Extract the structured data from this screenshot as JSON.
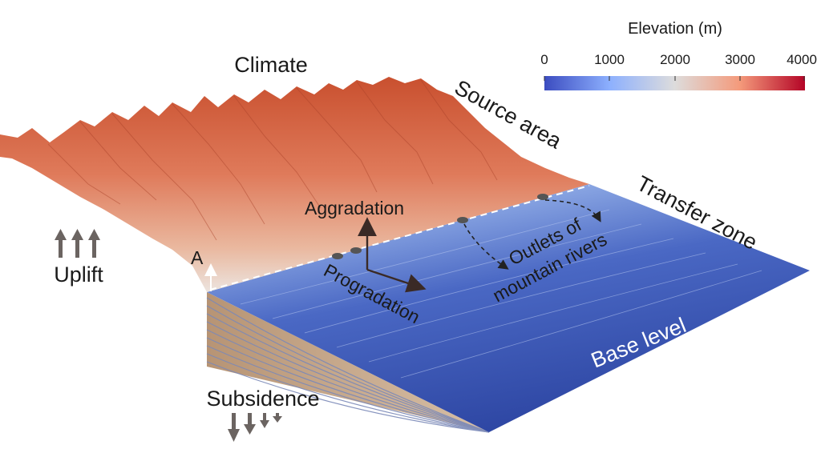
{
  "colorbar": {
    "title": "Elevation (m)",
    "ticks": [
      "0",
      "1000",
      "2000",
      "3000",
      "4000"
    ],
    "colors": [
      "#3b4cc0",
      "#8db0fe",
      "#dddcdc",
      "#f49a7b",
      "#b40426"
    ]
  },
  "labels": {
    "climate": "Climate",
    "source_area": "Source area",
    "transfer_zone": "Transfer zone",
    "base_level": "Base level",
    "aggradation": "Aggradation",
    "progradation": "Progradation",
    "outlets_line1": "Outlets of",
    "outlets_line2": "mountain rivers",
    "uplift": "Uplift",
    "subsidence": "Subsidence",
    "point_a": "A"
  },
  "colors": {
    "mountain_red": "#d45a3e",
    "mountain_light": "#e8c9b5",
    "plain_blue": "#2c4aa8",
    "plain_light": "#8fa8e0",
    "arrow_gray": "#6b6461",
    "strata_tan": "#c9a98a"
  }
}
